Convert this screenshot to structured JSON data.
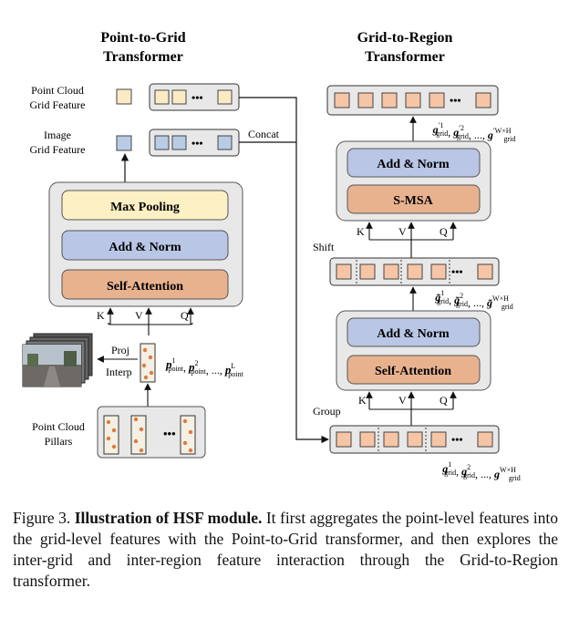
{
  "left_title": [
    "Point-to-Grid",
    "Transformer"
  ],
  "right_title": [
    "Grid-to-Region",
    "Transformer"
  ],
  "labels": {
    "point_cloud_grid_feature": [
      "Point Cloud",
      "Grid Feature"
    ],
    "image_grid_feature": [
      "Image",
      "Grid Feature"
    ],
    "concat": "Concat",
    "proj": "Proj",
    "interp": "Interp",
    "point_cloud_pillars": [
      "Point Cloud",
      "Pillars"
    ],
    "shift": "Shift",
    "group": "Group",
    "ellipsis": "•••"
  },
  "left_block": {
    "max_pooling": "Max Pooling",
    "add_norm": "Add & Norm",
    "self_attention": "Self-Attention",
    "k": "K",
    "v": "V",
    "q": "Q"
  },
  "right_upper_block": {
    "add_norm": "Add & Norm",
    "smsa": "S-MSA",
    "k": "K",
    "v": "V",
    "q": "Q"
  },
  "right_lower_block": {
    "add_norm": "Add & Norm",
    "self_attention": "Self-Attention",
    "k": "K",
    "v": "V",
    "q": "Q"
  },
  "math": {
    "point_seq": [
      "p",
      "1",
      "point",
      ", ",
      "p",
      "2",
      "point",
      ", ..., ",
      "p",
      "L",
      "point"
    ],
    "grid_out": [
      "g",
      "′1",
      "grid",
      ", ",
      "g",
      "′2",
      "grid",
      ", ..., ",
      "g",
      "′W×H",
      "grid"
    ],
    "grid_tilde": [
      "g̃",
      "1",
      "grid",
      ", ",
      "g̃",
      "2",
      "grid",
      ", ..., ",
      "g̃",
      "W×H",
      "grid"
    ],
    "grid_in": [
      "g",
      "1",
      "grid",
      ", ",
      "g",
      "2",
      "grid",
      ", ..., ",
      "g",
      "W×H",
      "grid"
    ]
  },
  "caption": {
    "prefix": "Figure 3.",
    "bold": "Illustration of HSF module.",
    "rest": "It first aggregates the point-level features into the grid-level features with the Point-to-Grid transformer, and then explores the inter-grid and inter-region feature interaction through the Grid-to-Region transformer."
  },
  "colors": {
    "block_bg": "#e8e8e8",
    "max_pooling": "#fdf0c4",
    "add_norm": "#b9c6e6",
    "self_attention": "#e8b28f",
    "grid_orange": "#f6c5a6",
    "pc_feature": "#fbebc4",
    "img_feature": "#b9cce6",
    "arrow": "#111111"
  }
}
